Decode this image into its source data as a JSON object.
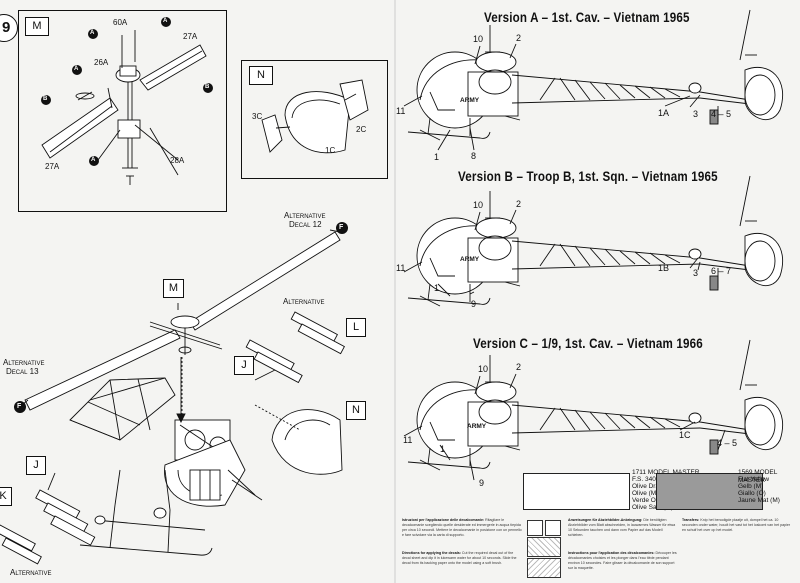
{
  "step": {
    "number": "9"
  },
  "box_m": {
    "label": "M",
    "parts": {
      "p60a": "60A",
      "p27a_top": "27A",
      "p26a": "26A",
      "p27a_bottom": "27A",
      "p28a": "28A"
    },
    "markers": {
      "a": "A",
      "b": "B"
    }
  },
  "box_n": {
    "label": "N",
    "parts": {
      "p3c": "3C",
      "p2c": "2C",
      "p1c": "1C"
    }
  },
  "assembly": {
    "alt_decal_12": [
      "Alternative",
      "Decal 12"
    ],
    "alt_decal_12_marker": "F",
    "alt_decal_13": [
      "Alternative",
      "Decal 13"
    ],
    "alt_decal_13_marker": "F",
    "alternative_top": "Alternative",
    "alternative_bottom": "Alternative",
    "callouts": {
      "m": "M",
      "l": "L",
      "j_top": "J",
      "n": "N",
      "j_bottom": "J",
      "k": "K"
    }
  },
  "versions": [
    {
      "title": "Version A – 1st. Cav. – Vietnam 1965",
      "decal": "ARMY",
      "callouts": [
        "10",
        "2",
        "11",
        "1",
        "8",
        "1A",
        "3",
        "4 – 5"
      ]
    },
    {
      "title": "Version B – Troop B, 1st. Sqn. – Vietnam 1965",
      "decal": "ARMY",
      "callouts": [
        "10",
        "2",
        "11",
        "1",
        "9",
        "1B",
        "3",
        "6 – 7"
      ]
    },
    {
      "title": "Version C – 1/9, 1st. Cav. – Vietnam 1966",
      "decal": "ARMY",
      "callouts": [
        "10",
        "2",
        "11",
        "1",
        "9",
        "1C",
        "4 – 5"
      ]
    }
  ],
  "colors": [
    {
      "lines": [
        "1711 MODEL MASTER",
        "F.S. 34087",
        "Olive Drab",
        "Olive (M)",
        "Verde Oliva (O)",
        "Olive Sale (M)"
      ],
      "hex": "#ffffff"
    },
    {
      "lines": [
        "1569 MODEL MASTER",
        "Flat Yellow",
        "Gelb (M)",
        "Giallo (O)",
        "Jaune Mat (M)"
      ],
      "hex": "#9a9a9a"
    }
  ],
  "instructions": [
    {
      "title": "Istruzioni per l'applicazione delle decalcomanie:",
      "body": "Ritagliare le decalcomanie scegliendo quelle desiderate ed immergerle in acqua tiepida per circa 10 secondi. Mettere le decalcomanie in posizione con un pennello e fare scivolare via la carta di supporto."
    },
    {
      "title": "Directions for applying the decals:",
      "body": "Cut the required decal out of the decal sheet and dip it in lukewarm water for about 10 seconds. Slide the decal from its backing paper onto the model using a soft brush."
    },
    {
      "title": "Anweisungen für Abziehbilder-Anbringung:",
      "body": "Die benötigten Abziehbilder vom Blatt abschneiden, in lauwarmes Wasser für etwa 10 Sekunden tauchen und dann vom Papier auf das Modell schieben."
    },
    {
      "title": "Instructions pour l'application des décalcomanies:",
      "body": "Découper les décalcomanies choisies et les plonger dans l'eau tiède pendant environ 10 secondes. Faire glisser la décalcomanie de son support sur la maquette."
    },
    {
      "title": "Transfers:",
      "body": "Knip het benodigde plaatje uit, dompel het ca. 10 seconden onder water, houdt het vast tot het loskomt van het papier en schuif het over op het model."
    }
  ]
}
